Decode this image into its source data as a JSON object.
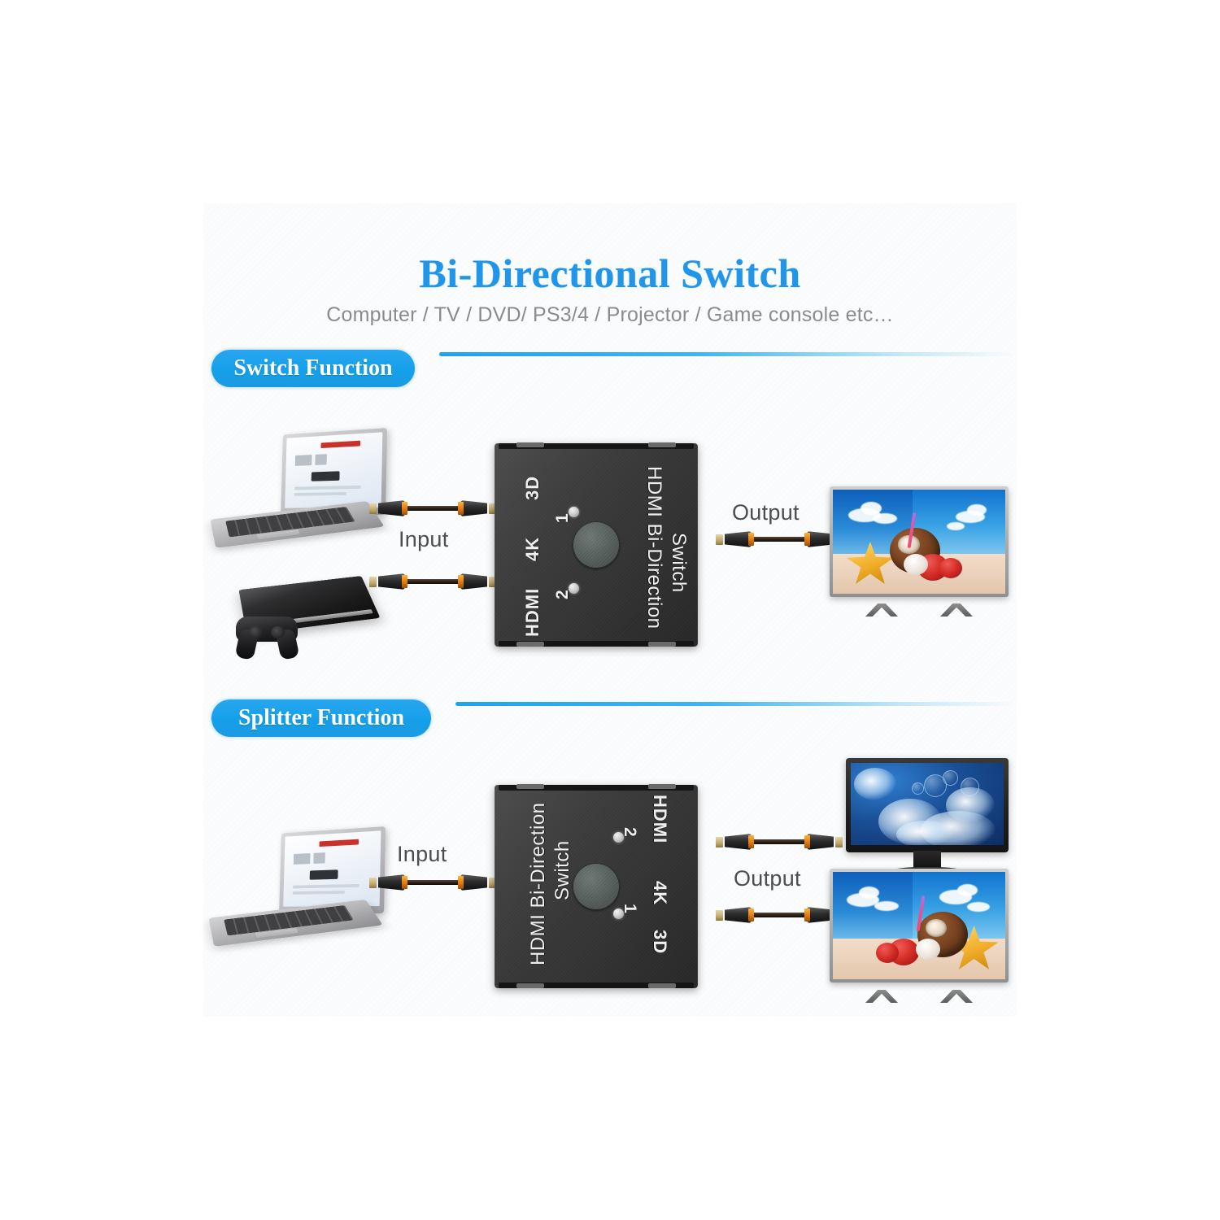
{
  "header": {
    "title": "Bi-Directional Switch",
    "subtitle": "Computer / TV / DVD/ PS3/4 / Projector / Game console etc…"
  },
  "colors": {
    "title_blue": "#2196e8",
    "pill_blue": "#14a0ea",
    "subtitle_gray": "#8b8b8b",
    "label_gray": "#4d4d4d",
    "device_black": "#333333",
    "cable_accent_orange": "#e07a12",
    "panel_background": "#fbfcfd"
  },
  "sections": [
    {
      "id": "switch",
      "heading": "Switch Function",
      "input_label": "Input",
      "output_label": "Output",
      "device": {
        "brand": "HDMI Bi-Direction Switch",
        "brand_line1": "HDMI Bi-Direction",
        "brand_line2": "Switch",
        "specs": [
          "3D",
          "4K",
          "HDMI"
        ],
        "ports": [
          "1",
          "2"
        ],
        "button": "mode-button"
      },
      "sources": [
        {
          "name": "laptop",
          "label": "Computer"
        },
        {
          "name": "game-console",
          "label": "Game console"
        }
      ],
      "displays": [
        {
          "name": "television",
          "scene": "beach"
        }
      ]
    },
    {
      "id": "splitter",
      "heading": "Splitter Function",
      "input_label": "Input",
      "output_label": "Output",
      "device": {
        "brand": "HDMI Bi-Direction Switch",
        "brand_line1": "HDMI Bi-Direction",
        "brand_line2": "Switch",
        "specs": [
          "3D",
          "4K",
          "HDMI"
        ],
        "ports": [
          "1",
          "2"
        ],
        "button": "mode-button"
      },
      "sources": [
        {
          "name": "laptop",
          "label": "Computer"
        }
      ],
      "displays": [
        {
          "name": "monitor",
          "scene": "abstract-blue"
        },
        {
          "name": "television",
          "scene": "beach"
        }
      ]
    }
  ]
}
